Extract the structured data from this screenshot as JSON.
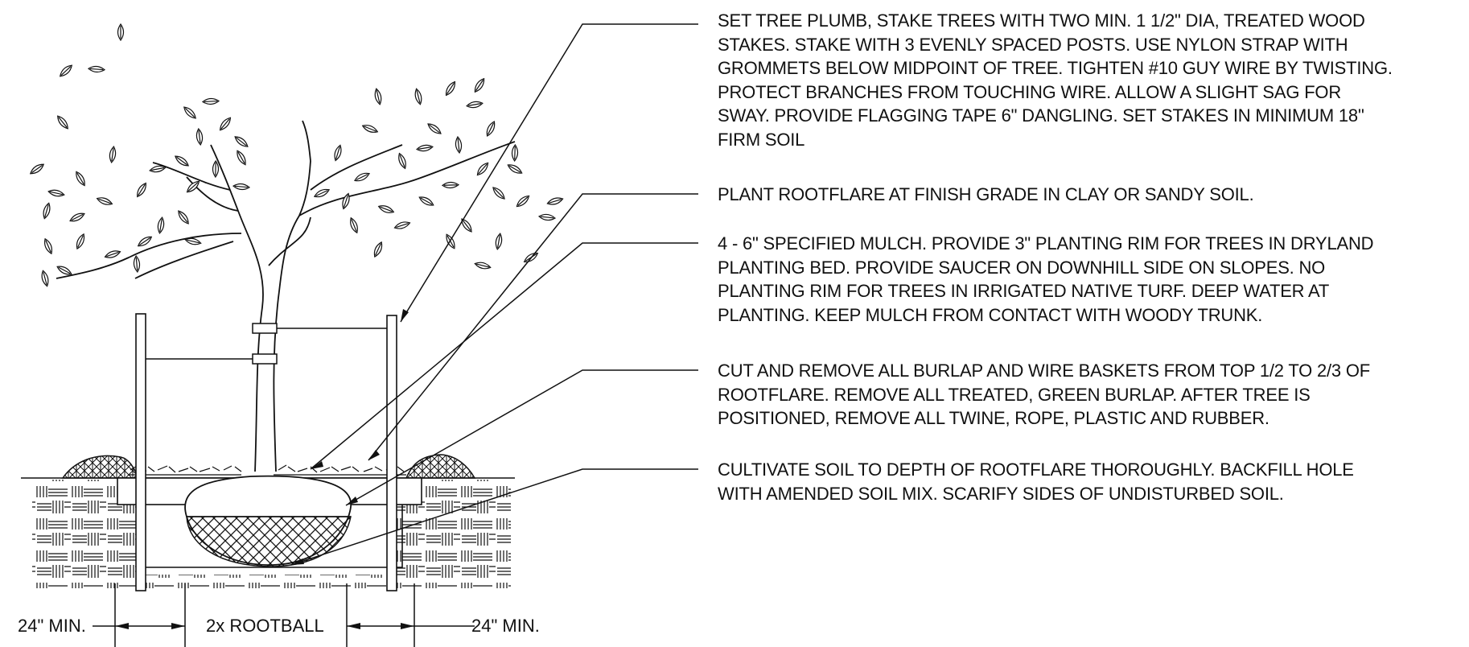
{
  "notes": [
    "SET TREE PLUMB, STAKE TREES WITH TWO MIN. 1 1/2\" DIA, TREATED WOOD\nSTAKES. STAKE WITH 3 EVENLY SPACED POSTS. USE NYLON STRAP WITH\nGROMMETS BELOW MIDPOINT OF TREE. TIGHTEN #10 GUY WIRE BY TWISTING.\nPROTECT BRANCHES FROM TOUCHING WIRE. ALLOW A SLIGHT SAG FOR\nSWAY. PROVIDE FLAGGING TAPE 6\" DANGLING. SET STAKES IN MINIMUM 18\"\nFIRM SOIL",
    "PLANT ROOTFLARE AT FINISH GRADE IN CLAY OR SANDY SOIL.",
    "4 - 6\" SPECIFIED MULCH. PROVIDE 3\" PLANTING RIM FOR TREES IN DRYLAND\nPLANTING BED. PROVIDE SAUCER ON DOWNHILL SIDE ON SLOPES. NO\nPLANTING RIM FOR TREES IN IRRIGATED NATIVE TURF. DEEP WATER AT\nPLANTING. KEEP MULCH FROM CONTACT WITH WOODY TRUNK.",
    "CUT AND REMOVE ALL BURLAP AND WIRE BASKETS FROM TOP 1/2 TO 2/3 OF\nROOTFLARE. REMOVE ALL TREATED, GREEN BURLAP. AFTER TREE IS\nPOSITIONED, REMOVE ALL TWINE, ROPE, PLASTIC AND RUBBER.",
    "CULTIVATE SOIL TO DEPTH OF ROOTFLARE THOROUGHLY. BACKFILL HOLE\nWITH AMENDED SOIL MIX. SCARIFY SIDES OF UNDISTURBED SOIL."
  ],
  "dimensions": {
    "left": "24\" MIN.",
    "center": "2x ROOTBALL",
    "right": "24\" MIN."
  },
  "colors": {
    "line": "#111111",
    "background": "#ffffff"
  }
}
